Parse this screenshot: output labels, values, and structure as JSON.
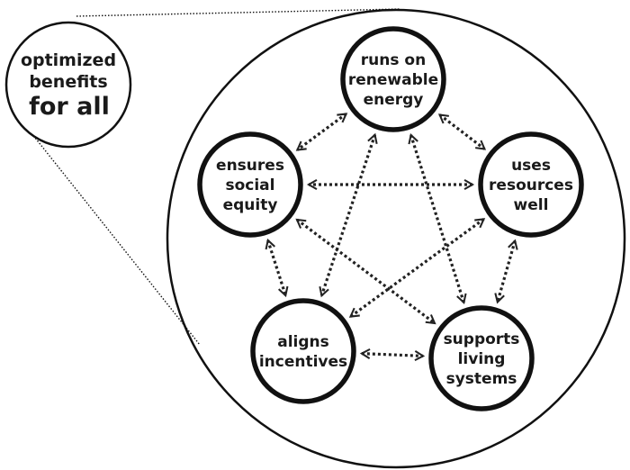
{
  "callout": {
    "lines": [
      "optimized",
      "benefits",
      "for all"
    ]
  },
  "nodes": [
    {
      "id": "renewable",
      "lines": [
        "runs on",
        "renewable",
        "energy"
      ]
    },
    {
      "id": "resources",
      "lines": [
        "uses",
        "resources",
        "well"
      ]
    },
    {
      "id": "living",
      "lines": [
        "supports",
        "living",
        "systems"
      ]
    },
    {
      "id": "incentives",
      "lines": [
        "aligns",
        "incentives"
      ]
    },
    {
      "id": "equity",
      "lines": [
        "ensures",
        "social",
        "equity"
      ]
    }
  ],
  "links": [
    [
      "renewable",
      "resources"
    ],
    [
      "renewable",
      "equity"
    ],
    [
      "renewable",
      "living"
    ],
    [
      "renewable",
      "incentives"
    ],
    [
      "resources",
      "equity"
    ],
    [
      "resources",
      "living"
    ],
    [
      "resources",
      "incentives"
    ],
    [
      "equity",
      "incentives"
    ],
    [
      "equity",
      "living"
    ],
    [
      "incentives",
      "living"
    ]
  ]
}
